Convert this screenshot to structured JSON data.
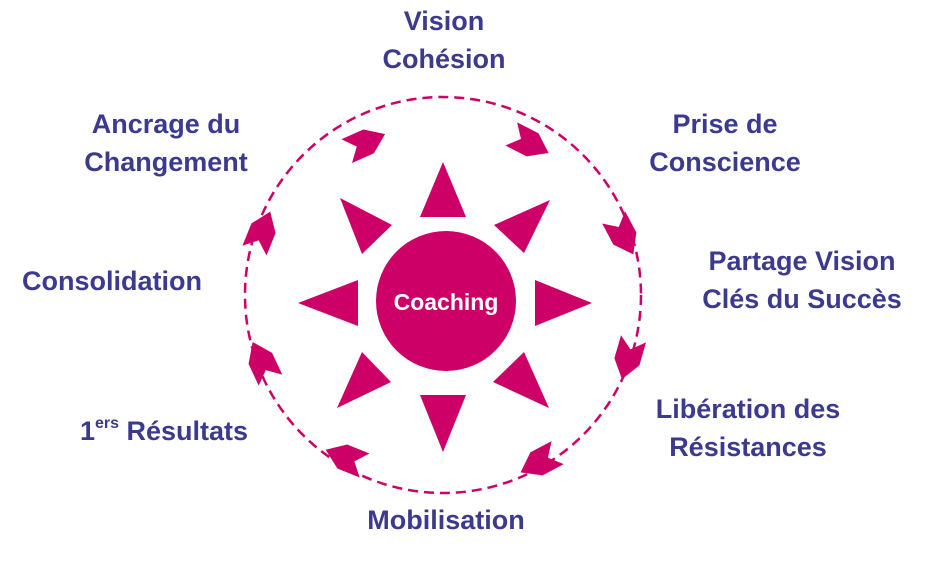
{
  "diagram": {
    "center_label": "Coaching",
    "colors": {
      "accent": "#cc0066",
      "text": "#3b3a8e",
      "background": "#ffffff"
    },
    "stages": [
      {
        "id": "vision",
        "lines": [
          "Vision",
          "Cohésion"
        ]
      },
      {
        "id": "prise",
        "lines": [
          "Prise de",
          "Conscience"
        ]
      },
      {
        "id": "partage",
        "lines": [
          "Partage Vision",
          "Clés du Succès"
        ]
      },
      {
        "id": "liberation",
        "lines": [
          "Libération des",
          "Résistances"
        ]
      },
      {
        "id": "mobilisation",
        "lines": [
          "Mobilisation"
        ]
      },
      {
        "id": "resultats",
        "ordinal": "1",
        "ordinal_suffix": "ers",
        "text": "Résultats"
      },
      {
        "id": "consolidation",
        "lines": [
          "Consolidation"
        ]
      },
      {
        "id": "ancrage",
        "lines": [
          "Ancrage du",
          "Changement"
        ]
      }
    ]
  }
}
